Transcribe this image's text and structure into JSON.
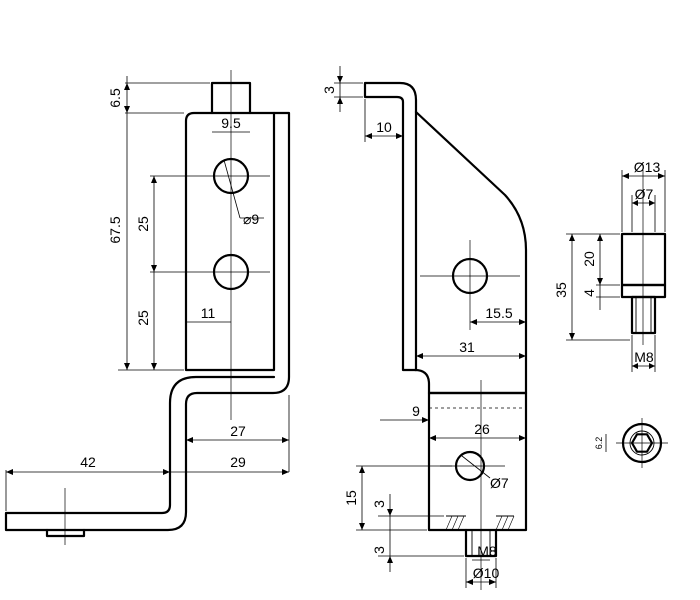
{
  "left_view": {
    "tab_height": "6.5",
    "hole_spacing": "9.5",
    "hole_diameter": "⌀9",
    "overall_height": "67.5",
    "upper_hole_offset": "25",
    "lower_hole_offset": "25",
    "hole_inset": "11",
    "step_width": "27",
    "foot_length": "42",
    "top_width": "29"
  },
  "right_view": {
    "top_thickness": "3",
    "flange_width": "10",
    "hole_offset": "15.5",
    "plate_width": "31",
    "step_height": "9",
    "block_width": "26",
    "hole_diameter": "Ø7",
    "hole_height": "15",
    "lower_gap_1": "3",
    "lower_gap_2": "3",
    "thread": "M8",
    "boss_diameter": "Ø10"
  },
  "pin_view": {
    "outer_diameter": "Ø13",
    "inner_diameter": "Ø7",
    "overall_length": "35",
    "body_length": "20",
    "shoulder_length": "4",
    "thread": "M8",
    "hex_size": "6.2"
  }
}
